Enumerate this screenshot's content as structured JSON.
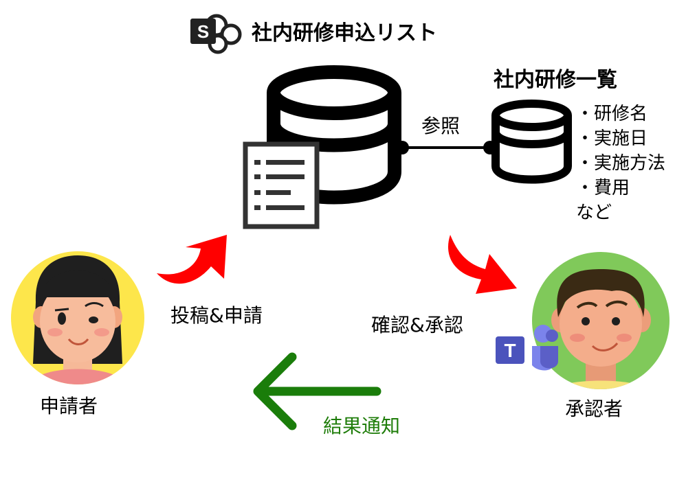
{
  "header": {
    "title": "社内研修申込リスト",
    "icon": "sharepoint-icon",
    "icon_letter": "S"
  },
  "master_list": {
    "title": "社内研修一覧",
    "fields": [
      "・研修名",
      "・実施日",
      "・実施方法",
      "・費用"
    ],
    "etc": "など"
  },
  "reference_label": "参照",
  "steps": {
    "submit": "投稿&申請",
    "approve": "確認&承認",
    "notify": "結果通知"
  },
  "actors": {
    "applicant": "申請者",
    "approver": "承認者"
  },
  "teams_icon_letter": "T",
  "colors": {
    "flow_arrow": "#ff0000",
    "notify_arrow": "#1a7d0a",
    "notify_text": "#1f7d0a",
    "applicant_bg": "#fde64b",
    "approver_bg": "#80c95a",
    "teams": "#5b5fc7",
    "sharepoint": "#222222"
  }
}
